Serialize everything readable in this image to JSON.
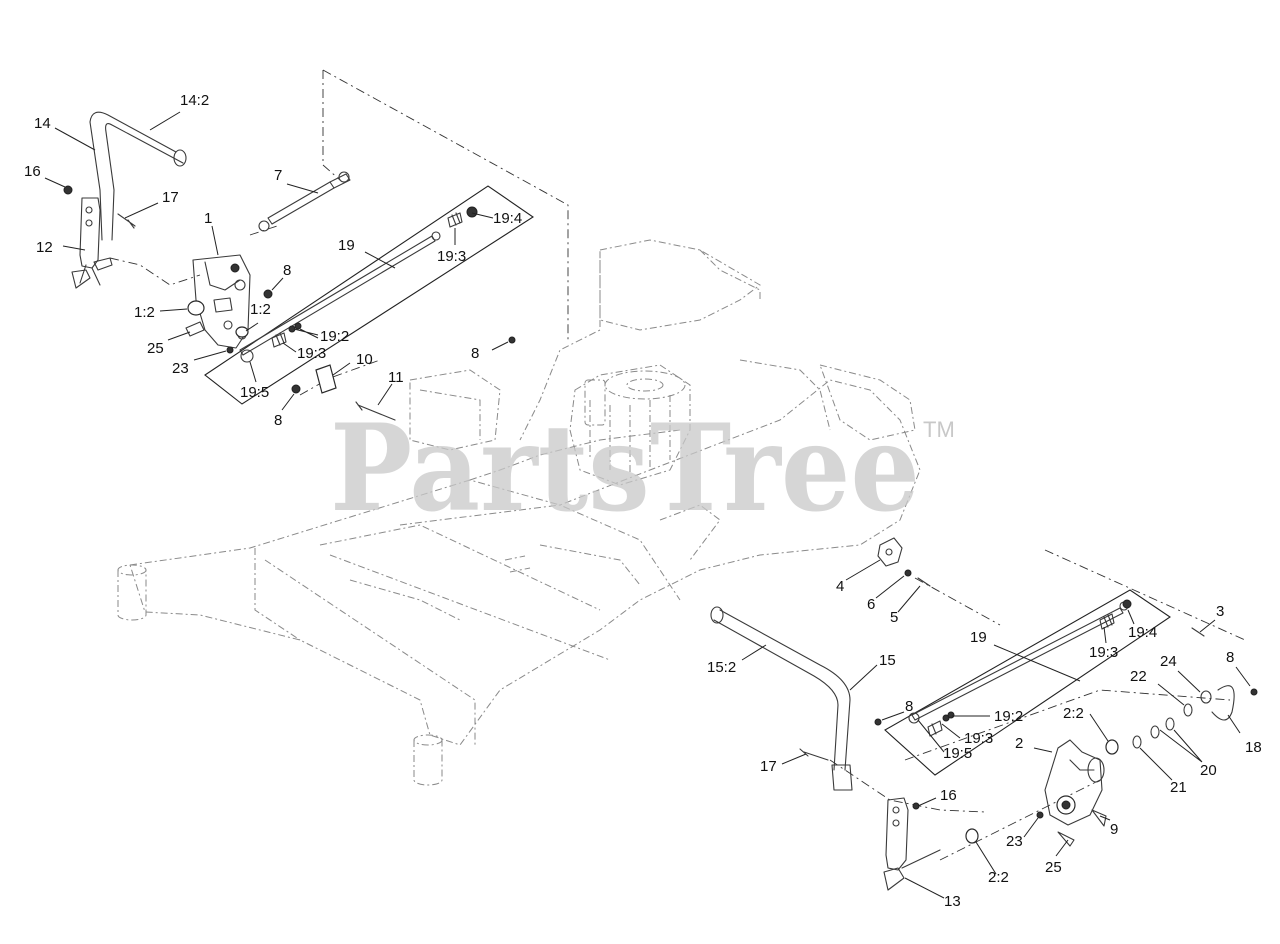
{
  "watermark": {
    "brand": "PartsTree",
    "trademark": "TM"
  },
  "callouts": [
    {
      "id": "14:2",
      "label": "14:2"
    },
    {
      "id": "14",
      "label": "14"
    },
    {
      "id": "16a",
      "label": "16"
    },
    {
      "id": "17a",
      "label": "17"
    },
    {
      "id": "12",
      "label": "12"
    },
    {
      "id": "1",
      "label": "1"
    },
    {
      "id": "7",
      "label": "7"
    },
    {
      "id": "19a",
      "label": "19"
    },
    {
      "id": "19:4a",
      "label": "19:4"
    },
    {
      "id": "19:3a",
      "label": "19:3"
    },
    {
      "id": "8a",
      "label": "8"
    },
    {
      "id": "1:2a",
      "label": "1:2"
    },
    {
      "id": "1:2b",
      "label": "1:2"
    },
    {
      "id": "19:2a",
      "label": "19:2"
    },
    {
      "id": "25a",
      "label": "25"
    },
    {
      "id": "19:3b",
      "label": "19:3"
    },
    {
      "id": "23a",
      "label": "23"
    },
    {
      "id": "8b",
      "label": "8"
    },
    {
      "id": "10",
      "label": "10"
    },
    {
      "id": "19:5a",
      "label": "19:5"
    },
    {
      "id": "11",
      "label": "11"
    },
    {
      "id": "8c",
      "label": "8"
    },
    {
      "id": "4",
      "label": "4"
    },
    {
      "id": "6",
      "label": "6"
    },
    {
      "id": "5",
      "label": "5"
    },
    {
      "id": "3",
      "label": "3"
    },
    {
      "id": "19b",
      "label": "19"
    },
    {
      "id": "19:4b",
      "label": "19:4"
    },
    {
      "id": "15:2",
      "label": "15:2"
    },
    {
      "id": "15",
      "label": "15"
    },
    {
      "id": "19:3c",
      "label": "19:3"
    },
    {
      "id": "24",
      "label": "24"
    },
    {
      "id": "8d",
      "label": "8"
    },
    {
      "id": "22",
      "label": "22"
    },
    {
      "id": "8e",
      "label": "8"
    },
    {
      "id": "19:2b",
      "label": "19:2"
    },
    {
      "id": "2:2a",
      "label": "2:2"
    },
    {
      "id": "19:3d",
      "label": "19:3"
    },
    {
      "id": "2",
      "label": "2"
    },
    {
      "id": "19:5b",
      "label": "19:5"
    },
    {
      "id": "18",
      "label": "18"
    },
    {
      "id": "20",
      "label": "20"
    },
    {
      "id": "17b",
      "label": "17"
    },
    {
      "id": "21",
      "label": "21"
    },
    {
      "id": "16b",
      "label": "16"
    },
    {
      "id": "9",
      "label": "9"
    },
    {
      "id": "23b",
      "label": "23"
    },
    {
      "id": "25b",
      "label": "25"
    },
    {
      "id": "2:2b",
      "label": "2:2"
    },
    {
      "id": "13",
      "label": "13"
    }
  ]
}
